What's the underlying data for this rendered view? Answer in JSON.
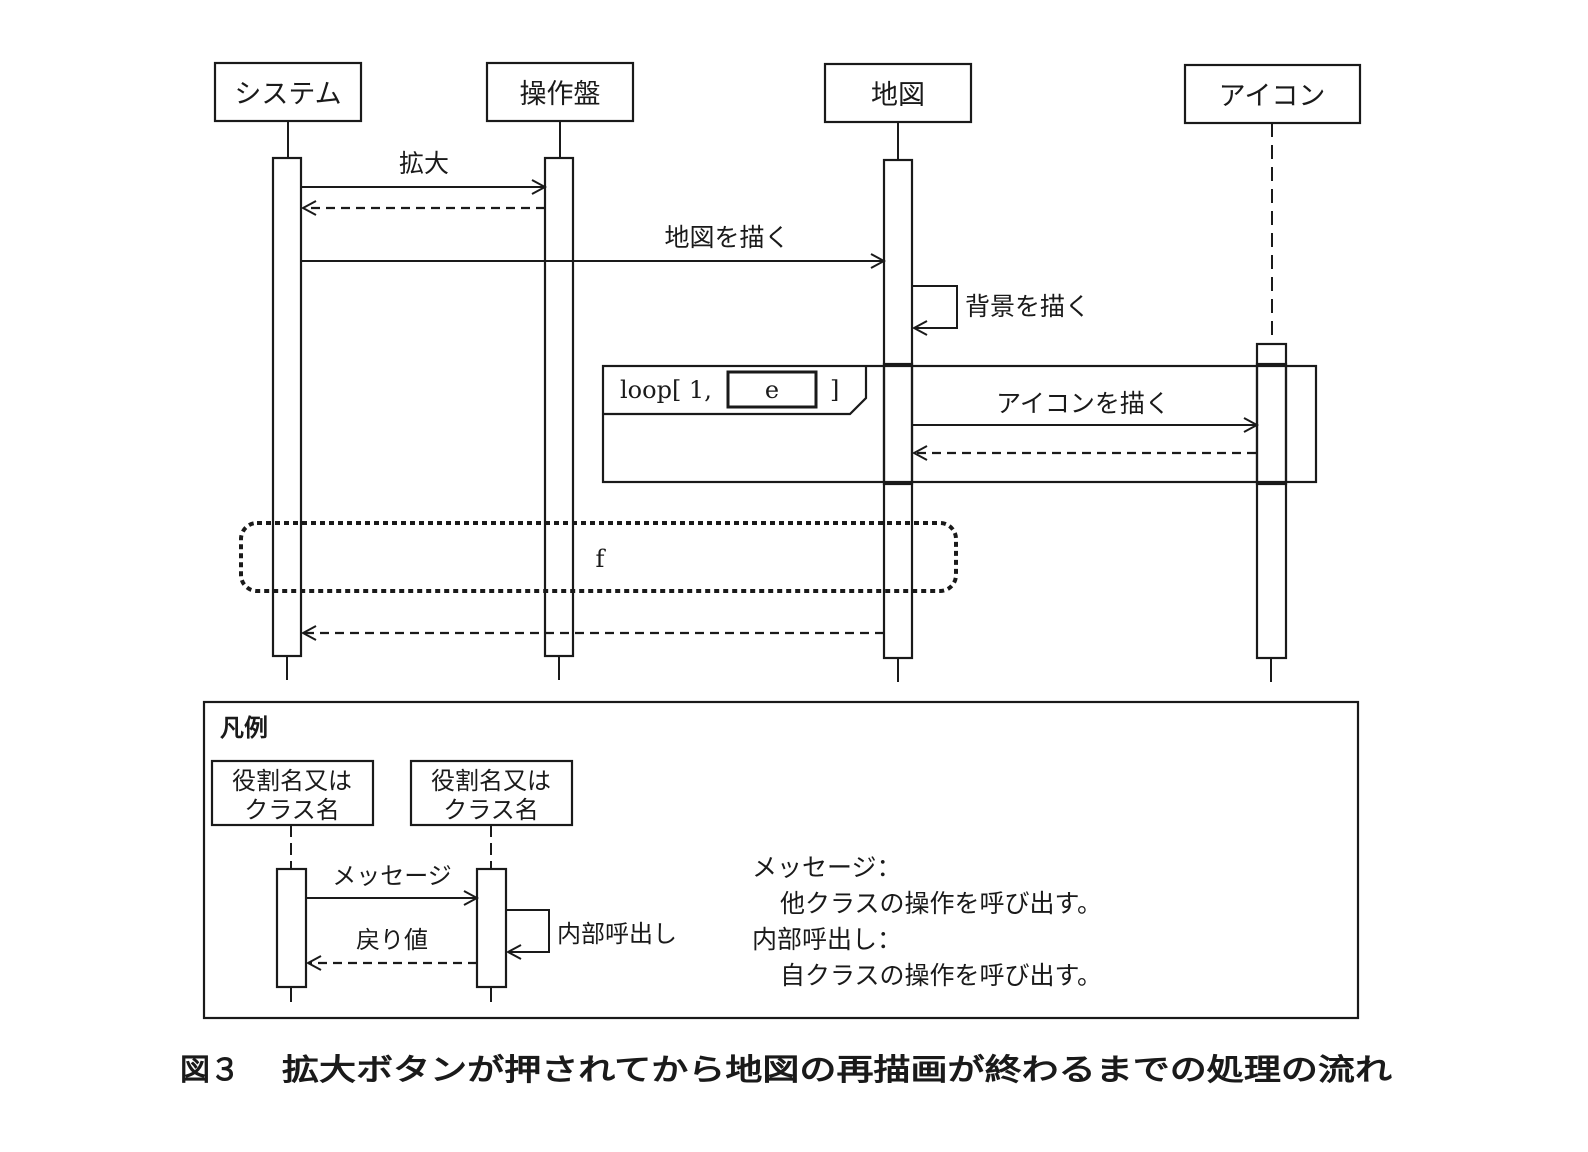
{
  "lifelines": [
    {
      "name": "システム"
    },
    {
      "name": "操作盤"
    },
    {
      "name": "地図"
    },
    {
      "name": "アイコン"
    }
  ],
  "messages": {
    "enlarge": "拡大",
    "draw_map": "地図を描く",
    "draw_background": "背景を描く",
    "draw_icon": "アイコンを描く"
  },
  "loop": {
    "prefix": "loop[ 1,",
    "blank": "e",
    "suffix": "]"
  },
  "blank_f": "f",
  "legend": {
    "title": "凡例",
    "lifeline_line1": "役割名又は",
    "lifeline_line2": "クラス名",
    "message_label": "メッセージ",
    "return_label": "戻り値",
    "self_call_label": "内部呼出し",
    "desc": [
      "メッセージ：",
      "他クラスの操作を呼び出す。",
      "内部呼出し：",
      "自クラスの操作を呼び出す。"
    ]
  },
  "caption": {
    "number": "図３",
    "text": "拡大ボタンが押されてから地図の再描画が終わるまでの処理の流れ"
  }
}
